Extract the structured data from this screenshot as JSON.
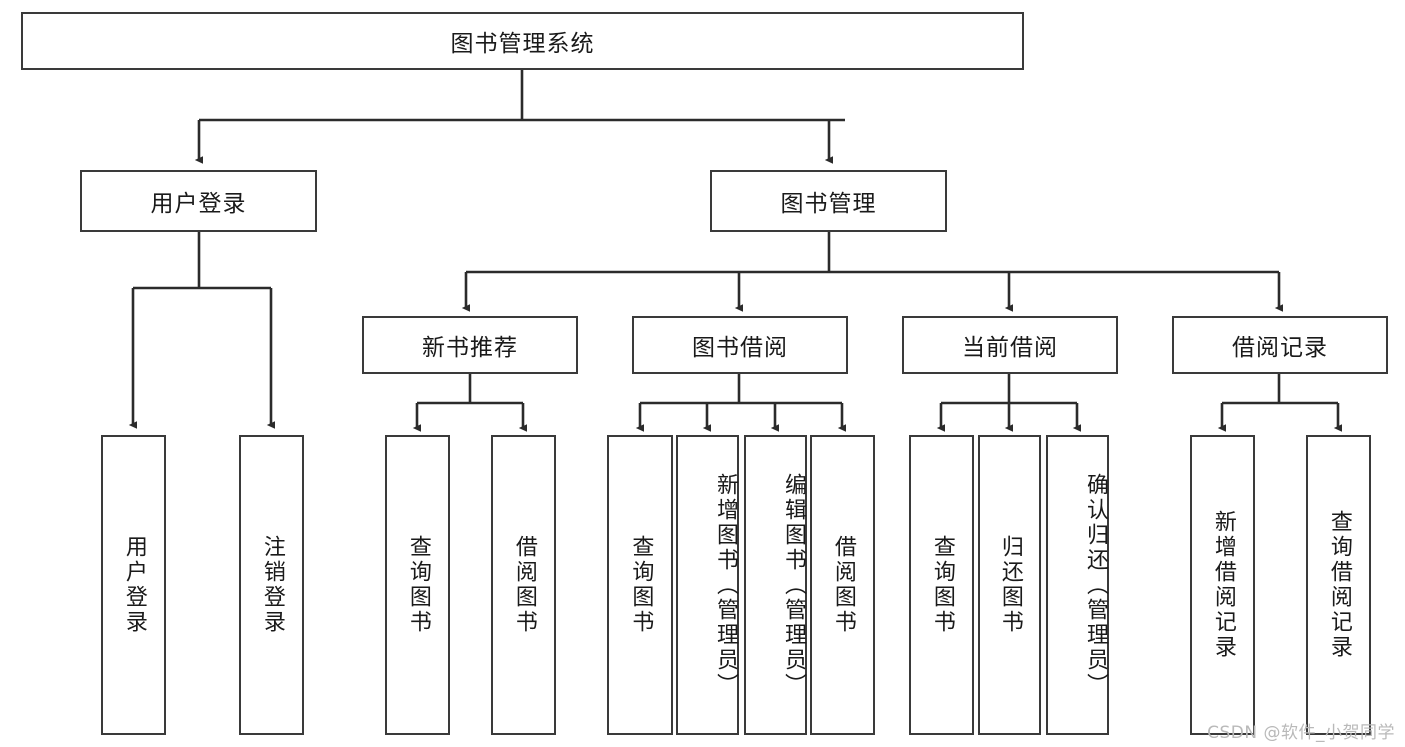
{
  "diagram": {
    "type": "tree-hierarchy",
    "title": "图书管理系统",
    "watermark": "CSDN @软件_小贺同学",
    "colors": {
      "stroke": "#3a3a3a",
      "fill": "#ffffff",
      "text": "#1a1a1a",
      "watermark": "#b9b9b9"
    },
    "levels": {
      "root": {
        "label": "图书管理系统"
      },
      "level2": [
        {
          "id": "user-login",
          "label": "用户登录"
        },
        {
          "id": "book-manage",
          "label": "图书管理"
        }
      ],
      "level3": [
        {
          "id": "new-book-rec",
          "label": "新书推荐",
          "parent": "book-manage"
        },
        {
          "id": "book-borrow",
          "label": "图书借阅",
          "parent": "book-manage"
        },
        {
          "id": "current-borrow",
          "label": "当前借阅",
          "parent": "book-manage"
        },
        {
          "id": "borrow-record",
          "label": "借阅记录",
          "parent": "book-manage"
        }
      ],
      "leaves": [
        {
          "id": "leaf-user-login",
          "label": "用户登录",
          "parent": "user-login"
        },
        {
          "id": "leaf-logout",
          "label": "注销登录",
          "parent": "user-login"
        },
        {
          "id": "leaf-query-book-1",
          "label": "查询图书",
          "parent": "new-book-rec"
        },
        {
          "id": "leaf-borrow-book-1",
          "label": "借阅图书",
          "parent": "new-book-rec"
        },
        {
          "id": "leaf-query-book-2",
          "label": "查询图书",
          "parent": "book-borrow"
        },
        {
          "id": "leaf-add-book",
          "label": "新增图书（管理员）",
          "parent": "book-borrow"
        },
        {
          "id": "leaf-edit-book",
          "label": "编辑图书（管理员）",
          "parent": "book-borrow"
        },
        {
          "id": "leaf-borrow-book-2",
          "label": "借阅图书",
          "parent": "book-borrow"
        },
        {
          "id": "leaf-query-book-3",
          "label": "查询图书",
          "parent": "current-borrow"
        },
        {
          "id": "leaf-return-book",
          "label": "归还图书",
          "parent": "current-borrow"
        },
        {
          "id": "leaf-confirm-return",
          "label": "确认归还（管理员）",
          "parent": "current-borrow"
        },
        {
          "id": "leaf-add-record",
          "label": "新增借阅记录",
          "parent": "borrow-record"
        },
        {
          "id": "leaf-query-record",
          "label": "查询借阅记录",
          "parent": "borrow-record"
        }
      ]
    }
  }
}
